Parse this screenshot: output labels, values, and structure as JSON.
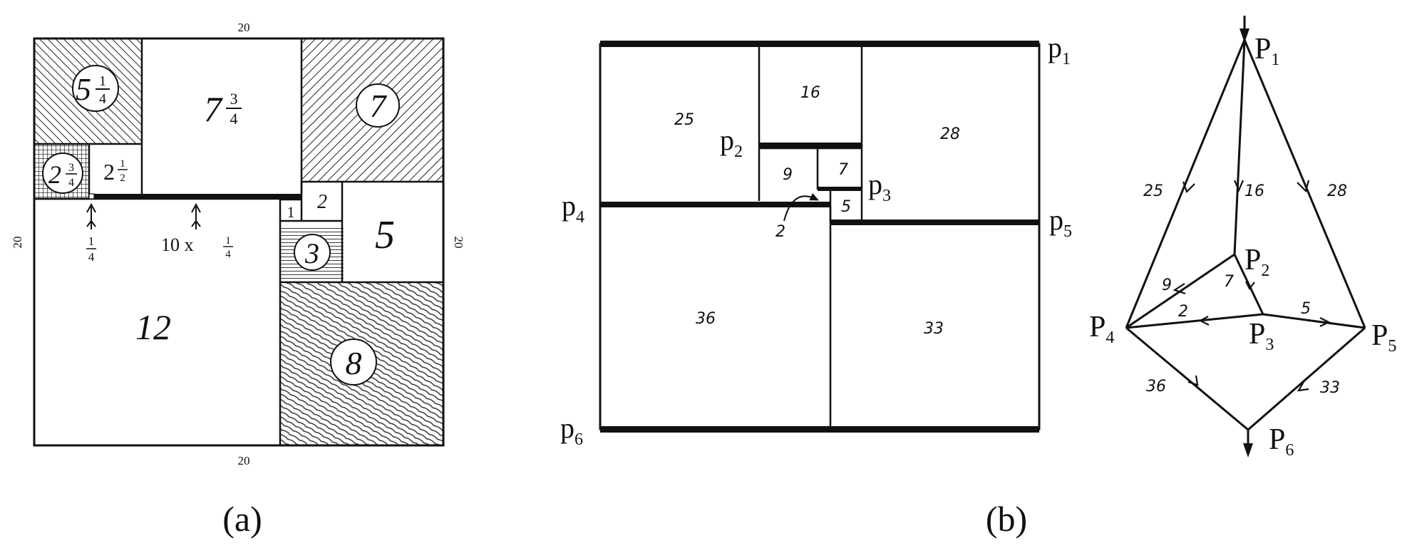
{
  "panel_a": {
    "caption": "(a)",
    "dimensions": {
      "top": "20",
      "bottom": "20",
      "left": "20",
      "right": "20"
    },
    "squares": {
      "s5q": {
        "whole": "5",
        "num": "1",
        "den": "4"
      },
      "s7q": {
        "whole": "7",
        "num": "3",
        "den": "4"
      },
      "s7": "7",
      "s2q": {
        "whole": "2",
        "num": "3",
        "den": "4"
      },
      "s2h": {
        "whole": "2",
        "num": "1",
        "den": "2"
      },
      "s1": "1",
      "s2": "2",
      "s3": "3",
      "s5": "5",
      "s12": "12",
      "s8": "8"
    },
    "notes": {
      "quarter": {
        "num": "1",
        "den": "4"
      },
      "strip_prefix": "10 x",
      "strip_frac": {
        "num": "1",
        "den": "4"
      }
    }
  },
  "panel_b": {
    "caption": "(b)",
    "tiling": {
      "squares": [
        "25",
        "16",
        "28",
        "9",
        "7",
        "5",
        "36",
        "33"
      ],
      "gap": "2",
      "nodes": {
        "p1": {
          "base": "p",
          "sub": "1"
        },
        "p2": {
          "base": "p",
          "sub": "2"
        },
        "p3": {
          "base": "p",
          "sub": "3"
        },
        "p4": {
          "base": "p",
          "sub": "4"
        },
        "p5": {
          "base": "p",
          "sub": "5"
        },
        "p6": {
          "base": "p",
          "sub": "6"
        }
      }
    },
    "network": {
      "nodes": {
        "P1": {
          "base": "P",
          "sub": "1"
        },
        "P2": {
          "base": "P",
          "sub": "2"
        },
        "P3": {
          "base": "P",
          "sub": "3"
        },
        "P4": {
          "base": "P",
          "sub": "4"
        },
        "P5": {
          "base": "P",
          "sub": "5"
        },
        "P6": {
          "base": "P",
          "sub": "6"
        }
      },
      "edges": {
        "e25": "25",
        "e16": "16",
        "e28": "28",
        "e9": "9",
        "e7": "7",
        "e2": "2",
        "e5": "5",
        "e36": "36",
        "e33": "33"
      }
    }
  }
}
